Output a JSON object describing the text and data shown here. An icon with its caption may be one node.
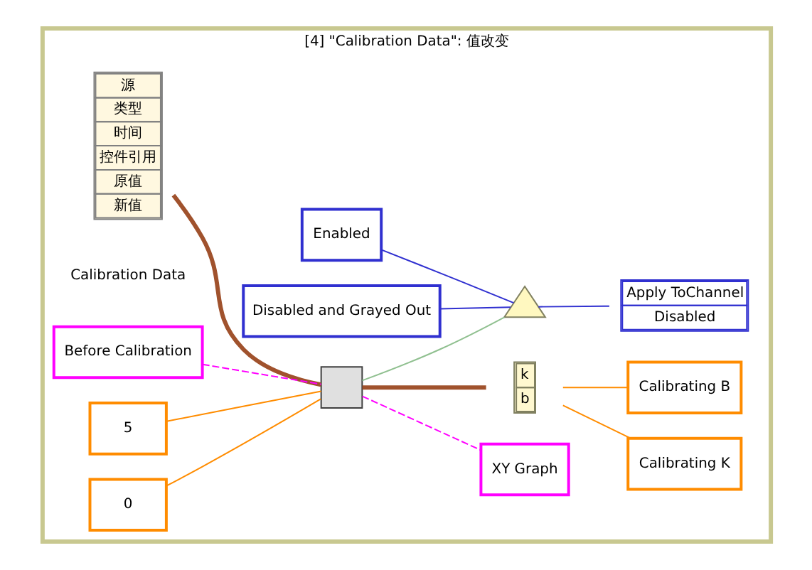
{
  "diagram": {
    "nodes": [
      {
        "text": [
          "[4] \"Calibration Data\": 值改变"
        ]
      },
      {
        "text": [
          "源",
          "类型",
          "时间",
          "控件引用",
          "原值",
          "新值"
        ],
        "in": 0
      },
      {
        "text": [
          "Calibration Data"
        ],
        "in": 0
      },
      {
        "text": [
          "Enabled"
        ],
        "in": 0
      },
      {
        "text": [
          "Disabled and Grayed Out"
        ],
        "in": 0
      },
      {
        "text": [],
        "shape": "triangle",
        "in": 0
      },
      {
        "text": [
          "Apply ToChannel",
          "Disabled"
        ],
        "in": 0
      },
      {
        "text": [
          "Before Calibration"
        ],
        "in": 0
      },
      {
        "text": [
          "5"
        ],
        "in": 0
      },
      {
        "text": [
          "0"
        ],
        "in": 0
      },
      {
        "text": [],
        "shape": "box",
        "in": 0
      },
      {
        "text": [
          "XY Graph"
        ],
        "in": 0
      },
      {
        "text": [
          "k",
          "b"
        ],
        "in": 0
      },
      {
        "text": [
          "Calibrating K"
        ],
        "in": 0
      },
      {
        "text": [
          "Calibrating B"
        ],
        "in": 0
      }
    ],
    "edges": [
      {
        "from": 1,
        "to": 10,
        "arrow": "none",
        "style": "thick",
        "color": "#a0522d"
      },
      {
        "from": 7,
        "to": 10,
        "arrow": "none",
        "style": "dashed",
        "color": "#ff00ff"
      },
      {
        "from": 8,
        "to": 10,
        "arrow": "none",
        "color": "#ff8c00"
      },
      {
        "from": 9,
        "to": 10,
        "arrow": "none",
        "color": "#ff8c00"
      },
      {
        "from": 10,
        "to": 11,
        "arrow": "none",
        "style": "dashed",
        "color": "#ff00ff"
      },
      {
        "from": 10,
        "to": 5,
        "arrow": "none",
        "color": "#90c090"
      },
      {
        "from": 3,
        "to": 5,
        "arrow": "none",
        "color": "#3030d0"
      },
      {
        "from": 4,
        "to": 5,
        "arrow": "none",
        "color": "#3030d0"
      },
      {
        "from": 5,
        "to": 6,
        "arrow": "none",
        "color": "#3030d0"
      },
      {
        "from": 10,
        "to": 12,
        "arrow": "none",
        "style": "thick",
        "color": "#a0522d"
      },
      {
        "from": 12,
        "to": 13,
        "arrow": "none",
        "color": "#ff8c00"
      },
      {
        "from": 12,
        "to": 14,
        "arrow": "none",
        "color": "#ff8c00"
      }
    ]
  }
}
